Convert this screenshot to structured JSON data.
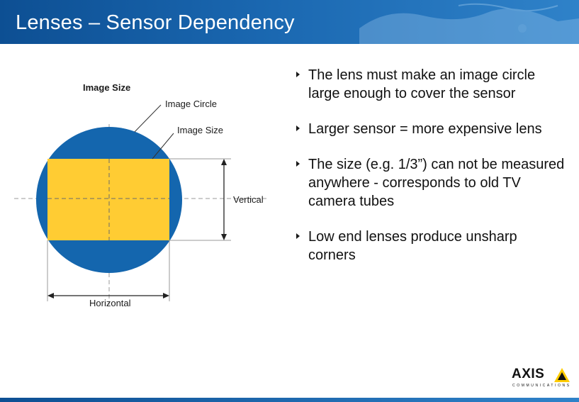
{
  "header": {
    "title": "Lenses – Sensor Dependency"
  },
  "diagram": {
    "label_image_size_top": "Image Size",
    "label_image_circle": "Image Circle",
    "label_image_size": "Image Size",
    "label_vertical": "Vertical",
    "label_horizontal": "Horizontal",
    "colors": {
      "circle": "#1466ae",
      "sensor": "#ffcc33"
    }
  },
  "bullets": [
    {
      "text": "The lens must make an image circle large enough to cover the sensor"
    },
    {
      "text": "Larger sensor = more expensive lens"
    },
    {
      "text": "The size (e.g. 1/3”) can not be measured anywhere - corresponds to old TV camera tubes"
    },
    {
      "text": "Low end lenses produce unsharp corners"
    }
  ],
  "logo": {
    "word": "AXIS",
    "sub": "COMMUNICATIONS"
  }
}
